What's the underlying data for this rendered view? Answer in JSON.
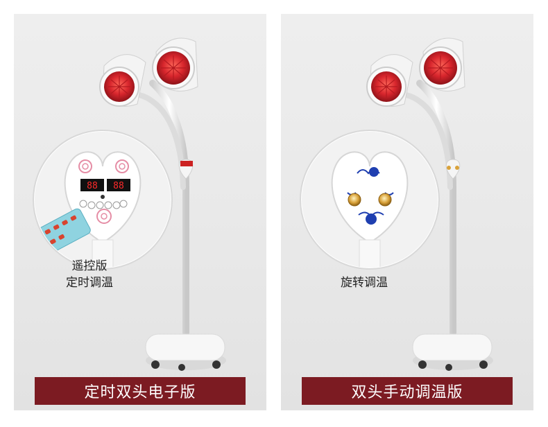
{
  "colors": {
    "panel_bg": "#e8e8e8",
    "banner_bg": "#7c1b22",
    "banner_text": "#ffffff",
    "lamp_red": "#d8262d",
    "lamp_body": "#f4f4f4",
    "led_red": "#ff2a2a",
    "porcelain_blue": "#1f3fb0",
    "knob_gold": "#d9a23a"
  },
  "products": [
    {
      "feature_lines": [
        "遥控版",
        "定时调温"
      ],
      "banner_label": "定时双头电子版",
      "control_type": "remote-control-timer",
      "icons": [
        "rose-icon",
        "led-display-icon",
        "remote-control-icon"
      ]
    },
    {
      "feature_lines": [
        "旋转调温"
      ],
      "banner_label": "双头手动调温版",
      "control_type": "rotary-knob",
      "icons": [
        "blue-flower-icon",
        "temperature-knob-icon"
      ]
    }
  ]
}
